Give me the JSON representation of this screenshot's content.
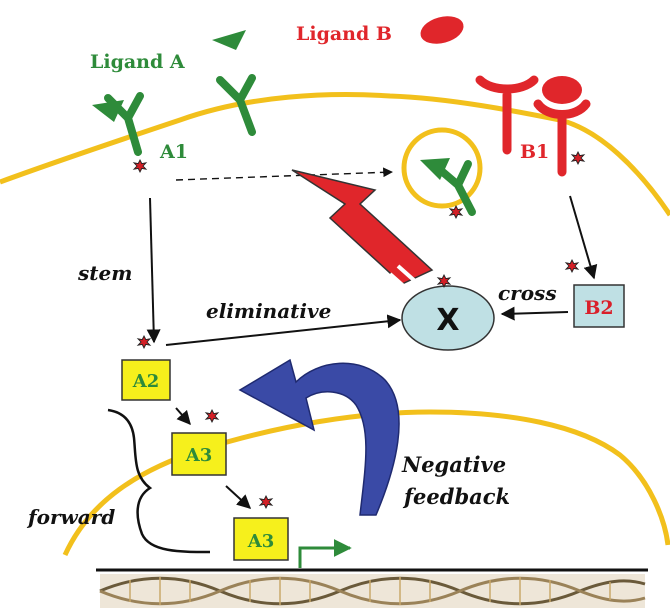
{
  "labels": {
    "ligand_a": "Ligand A",
    "ligand_b": "Ligand B",
    "a1": "A1",
    "b1": "B1",
    "b2": "B2",
    "x": "X",
    "a2": "A2",
    "a3_upper": "A3",
    "a3_lower": "A3"
  },
  "pathways": {
    "stem": "stem",
    "eliminative": "eliminative",
    "cross": "cross",
    "forward": "forward",
    "negative_feedback_line1": "Negative",
    "negative_feedback_line2": "feedback"
  },
  "colors": {
    "ligand_a_green": "#2e8b3a",
    "ligand_b_red": "#e0262b",
    "membrane_orange": "#f2c01c",
    "gene_box_yellow": "#f6f01c",
    "x_node_fill": "#bfe0e4",
    "b2_box_fill": "#bfe0e4",
    "feedback_blue": "#3a4aa6",
    "phospho_red": "#d41f26",
    "b2_text": "#d9202a"
  },
  "icons": [
    "phosphate-burst-icon",
    "receptor-y-icon",
    "ligand-triangle-icon",
    "ligand-oval-icon",
    "dna-helix-icon",
    "promoter-arrow-icon"
  ]
}
